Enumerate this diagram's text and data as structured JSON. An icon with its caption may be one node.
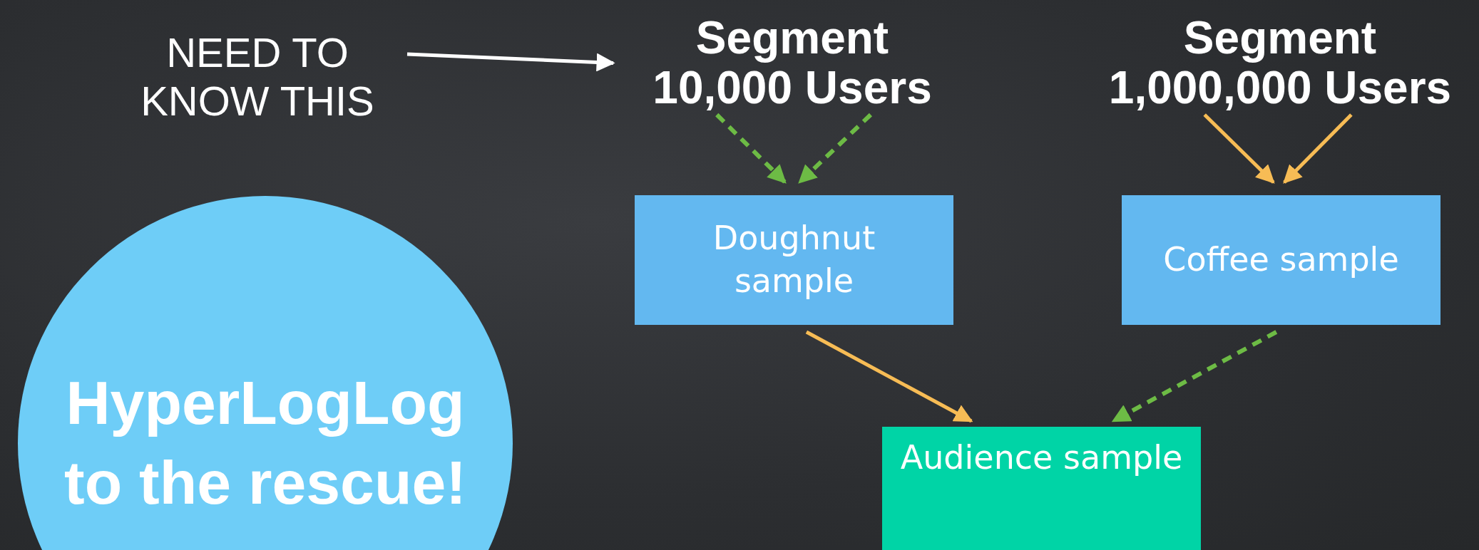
{
  "diagram": {
    "nodes": [
      {
        "text": [
          "NEED TO KNOW THIS"
        ]
      },
      {
        "text": [
          "Segment 10,000 Users"
        ]
      },
      {
        "text": [
          "Segment 1,000,000 Users"
        ]
      },
      {
        "text": [
          "HyperLogLog to the rescue!"
        ]
      },
      {
        "text": [
          "Doughnut sample"
        ]
      },
      {
        "text": [
          "Coffee sample"
        ]
      },
      {
        "text": [
          "Audience sample"
        ]
      }
    ],
    "edges": [
      {
        "from": 0,
        "to": 1,
        "arrow": "to",
        "color": "#ffffff"
      },
      {
        "from": 1,
        "to": 4,
        "arrow": "to",
        "style": "dashed",
        "color": "#6dbb45"
      },
      {
        "from": 1,
        "to": 4,
        "arrow": "to",
        "style": "dashed",
        "color": "#6dbb45"
      },
      {
        "from": 2,
        "to": 5,
        "arrow": "to",
        "color": "#f7bc55"
      },
      {
        "from": 2,
        "to": 5,
        "arrow": "to",
        "color": "#f7bc55"
      },
      {
        "from": 4,
        "to": 6,
        "arrow": "to",
        "color": "#f7bc55"
      },
      {
        "from": 5,
        "to": 6,
        "arrow": "to",
        "style": "dashed",
        "color": "#6dbb45"
      }
    ]
  }
}
